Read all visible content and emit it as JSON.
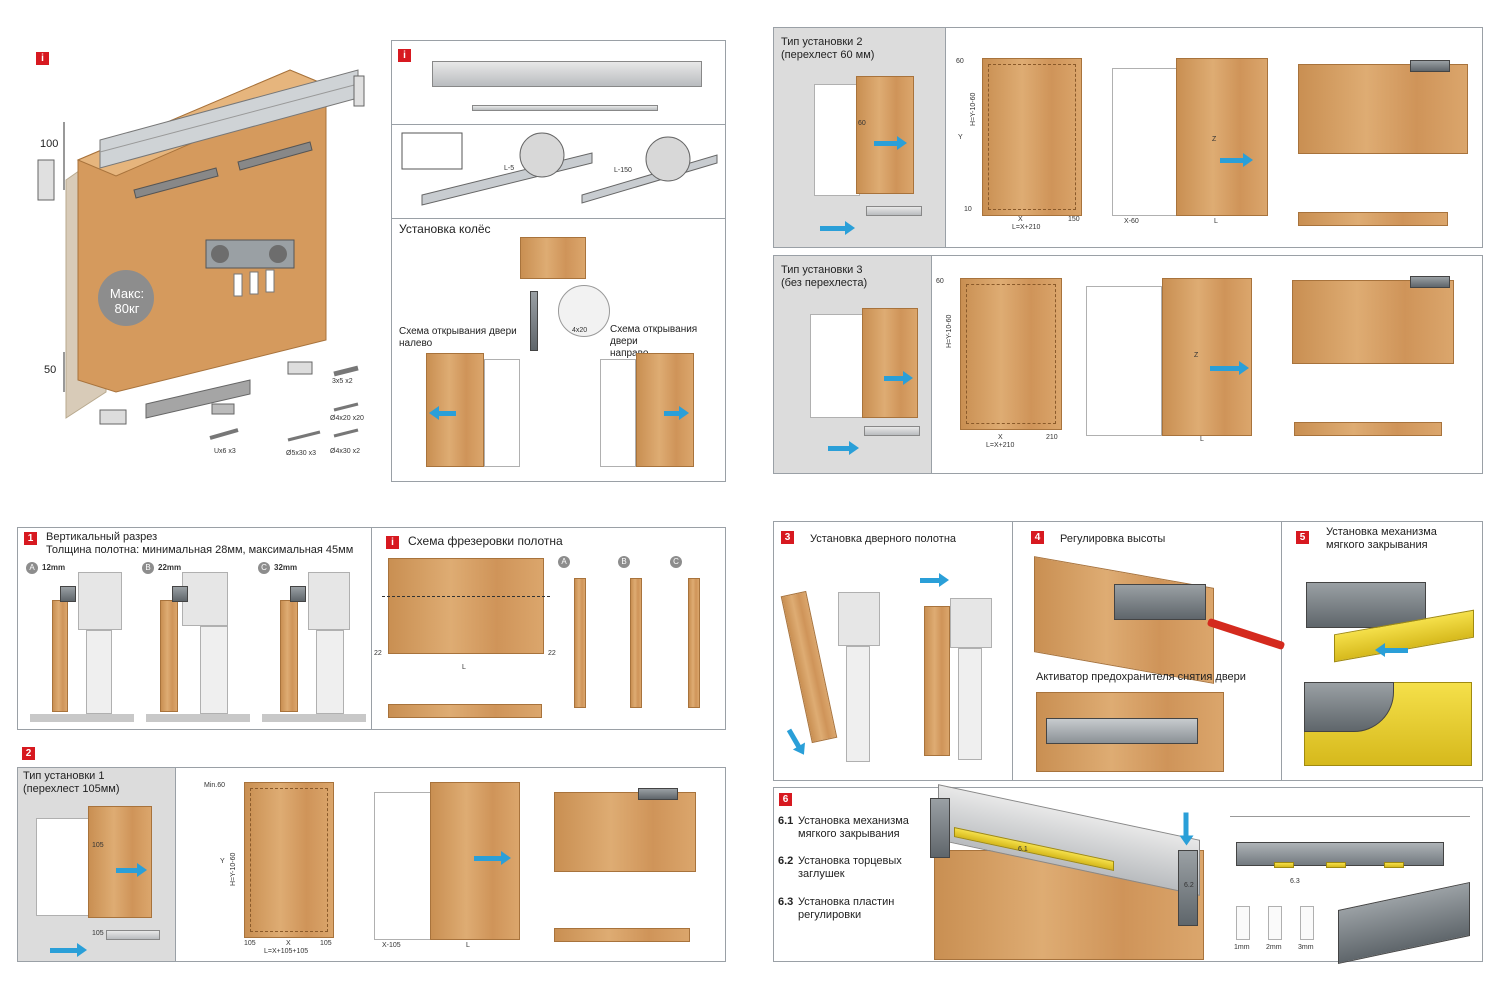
{
  "badges": {
    "info": "i",
    "step1": "1",
    "step2": "2",
    "step3": "3",
    "step4": "4",
    "step5": "5",
    "step6": "6"
  },
  "overview": {
    "dim_top": "100",
    "dim_bottom": "50",
    "max_load": "Макс:\n80кг",
    "screw1": "3х5 х2",
    "screw2": "Ø4х20 х20",
    "screw3": "Ø4х30 х2",
    "screw4": "Ø5х30 х3",
    "screw5": "Uх6 х3"
  },
  "wheels": {
    "title": "Установка колёс",
    "screw": "4х20",
    "left": "Схема открывания двери\nналево",
    "right": "Схема открывания двери\nнаправо",
    "rail_cut1": "L-5",
    "rail_cut2": "L-150"
  },
  "type2": {
    "title": "Тип установки 2\n(перехлест 60 мм)",
    "overlap": "60",
    "dim_y": "Y",
    "dim_h": "H=Y-10-60",
    "dim_x": "X",
    "dim_l": "L=X+210",
    "dim_150": "150",
    "dim_x60": "X-60",
    "dim_l2": "L",
    "dim_z": "Z",
    "dim_10": "10",
    "dim_60b": "60"
  },
  "type3": {
    "title": "Тип установки 3\n(без перехлеста)",
    "dim_60": "60",
    "dim_h": "H=Y-10-60",
    "dim_x": "X",
    "dim_l": "L=X+210",
    "dim_210": "210",
    "dim_l2": "L",
    "dim_z": "Z"
  },
  "section1": {
    "title": "Вертикальный разрез",
    "subtitle": "Толщина полотна: минимальная 28мм, максимальная 45мм",
    "variants": [
      {
        "letter": "A",
        "size": "12mm"
      },
      {
        "letter": "B",
        "size": "22mm"
      },
      {
        "letter": "C",
        "size": "32mm"
      }
    ]
  },
  "milling": {
    "title": "Схема фрезеровки полотна",
    "dim_l": "L",
    "dim_22a": "22",
    "dim_22b": "22",
    "letters": [
      "A",
      "B",
      "C"
    ]
  },
  "type1": {
    "title": "Тип установки 1\n(перехлест 105мм)",
    "overlap": "105",
    "overlap2": "105",
    "min": "Min.60",
    "dim_y": "Y",
    "dim_h": "H=Y-10-60",
    "dim_x": "X",
    "dim_l": "L=X+105+105",
    "dim_105a": "105",
    "dim_105b": "105",
    "dim_x105": "X-105",
    "dim_l2": "L"
  },
  "step3": {
    "title": "Установка дверного полотна"
  },
  "step4": {
    "title": "Регулировка высоты",
    "sub": "Активатор предохранителя снятия двери"
  },
  "step5": {
    "title": "Установка механизма\nмягкого закрывания"
  },
  "step6": {
    "items": [
      {
        "num": "6.1",
        "text": "Установка механизма\nмягкого закрывания"
      },
      {
        "num": "6.2",
        "text": "Установка торцевых\nзаглушек"
      },
      {
        "num": "6.3",
        "text": "Установка пластин\nрегулировки"
      }
    ],
    "tag61": "6.1",
    "tag62": "6.2",
    "tag63": "6.3",
    "plate1": "1mm",
    "plate2": "2mm",
    "plate3": "3mm"
  }
}
